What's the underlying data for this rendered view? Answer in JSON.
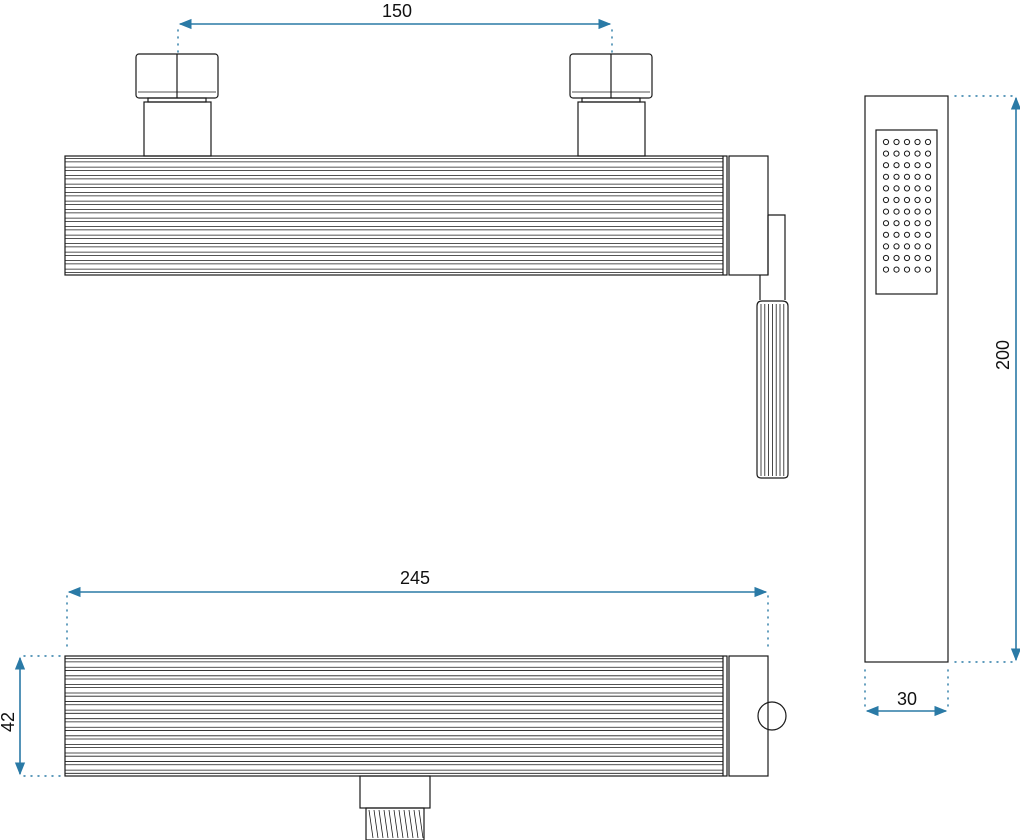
{
  "dimensions": {
    "inlet_spacing": "150",
    "body_length": "245",
    "body_height": "42",
    "handshower_length": "200",
    "handshower_width": "30"
  },
  "colors": {
    "dimension_line": "#2a7aa6",
    "outline": "#1a1a1a",
    "background": "#ffffff"
  }
}
